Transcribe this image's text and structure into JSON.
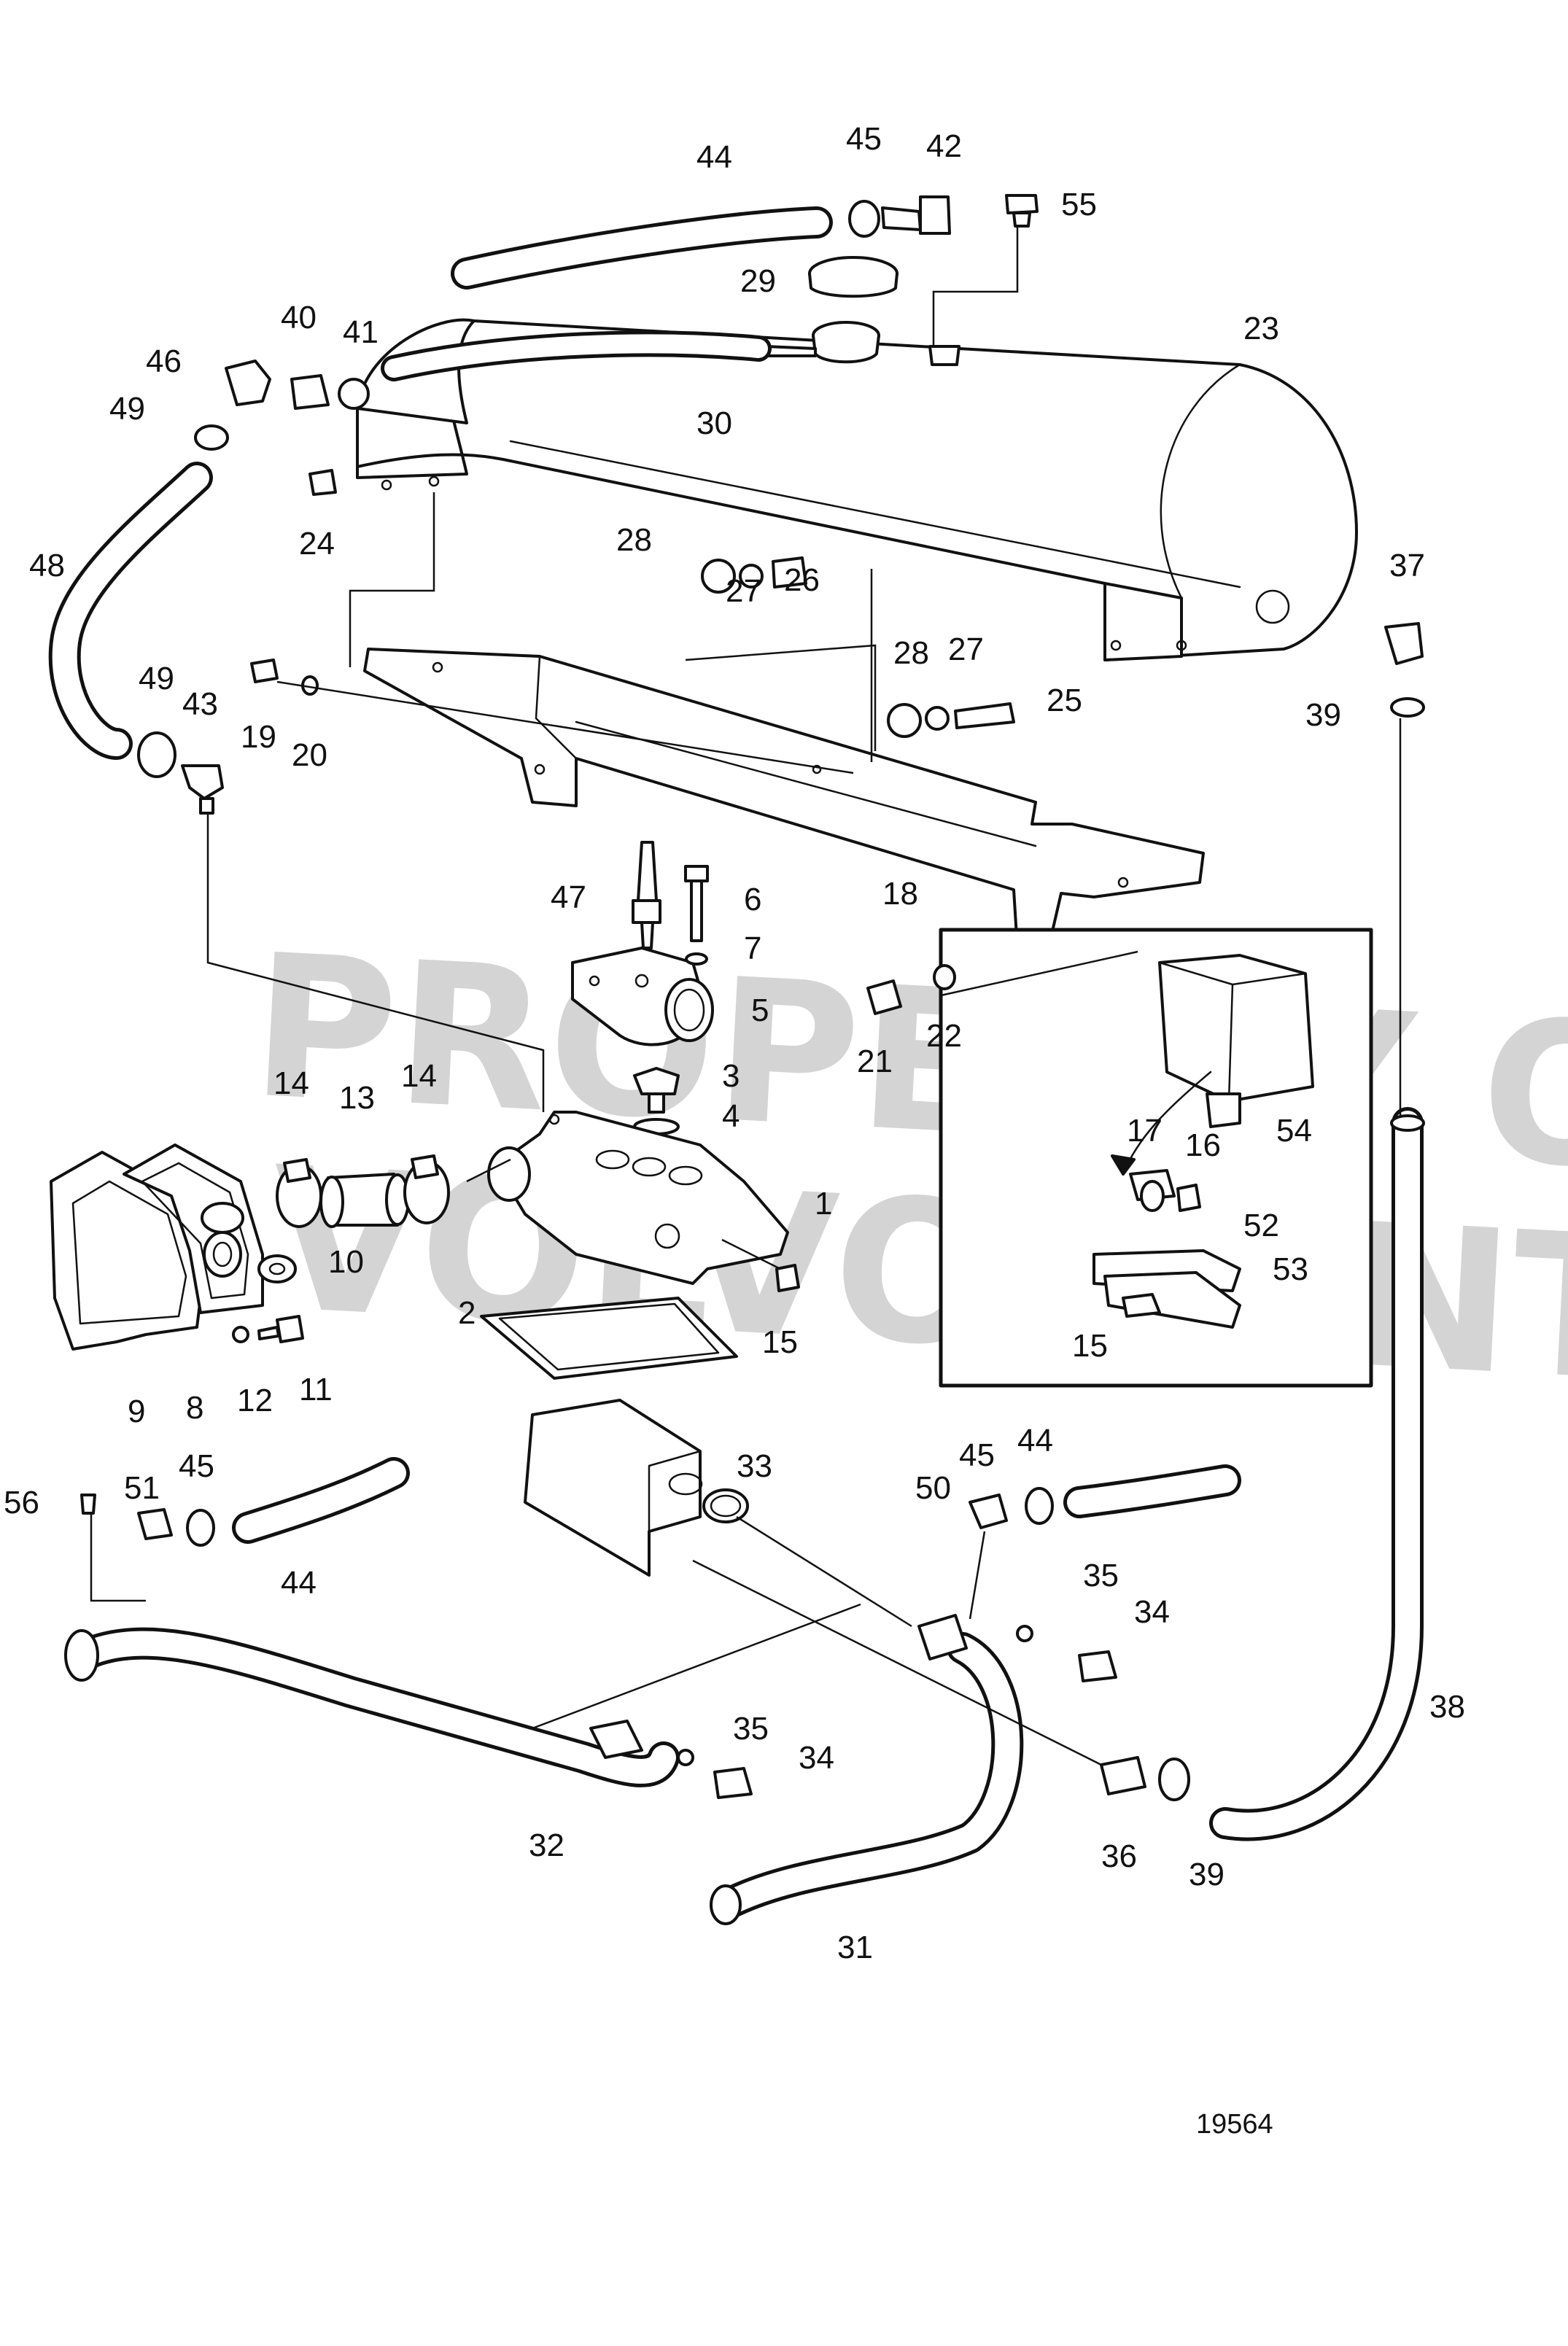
{
  "watermark": {
    "line1": "PROPERTY OF",
    "line2": "VOLVO PENTA"
  },
  "diagram_ref": "19564",
  "callouts": [
    "1",
    "2",
    "3",
    "4",
    "5",
    "6",
    "7",
    "8",
    "9",
    "10",
    "11",
    "12",
    "13",
    "14",
    "14",
    "15",
    "15",
    "16",
    "17",
    "18",
    "19",
    "20",
    "21",
    "22",
    "23",
    "24",
    "25",
    "26",
    "27",
    "27",
    "28",
    "28",
    "29",
    "30",
    "31",
    "32",
    "33",
    "34",
    "34",
    "35",
    "35",
    "36",
    "37",
    "38",
    "39",
    "39",
    "40",
    "41",
    "42",
    "43",
    "44",
    "44",
    "44",
    "45",
    "45",
    "45",
    "46",
    "47",
    "48",
    "49",
    "49",
    "50",
    "51",
    "52",
    "53",
    "54",
    "55",
    "56"
  ]
}
